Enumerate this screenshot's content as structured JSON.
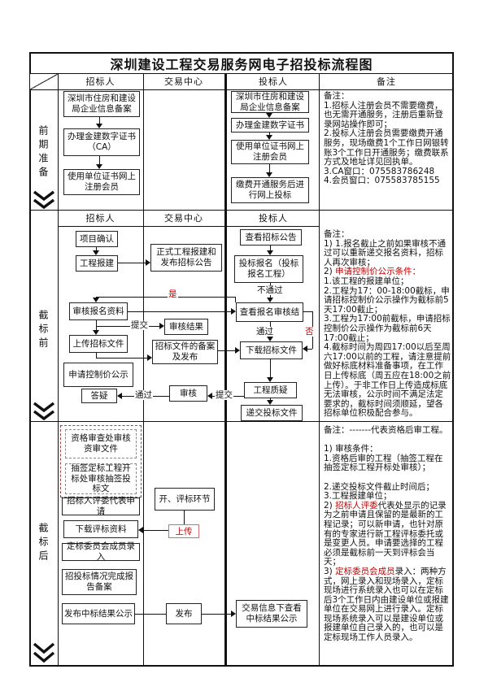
{
  "title": "深圳建设工程交易服务网电子招投标流程图",
  "columns": {
    "owner": "招标人",
    "center": "交易中心",
    "bidder": "投标人",
    "notes": "备注"
  },
  "rowLabels": {
    "r1": "前期准备",
    "r2": "截标前",
    "r3": "截标后"
  },
  "colors": {
    "accent_red": "#c00000",
    "dashed_outer": "#a04545",
    "border": "#111111"
  },
  "flow": {
    "r1_owner": [
      "深圳市住房和建设局企业信息备案",
      "办理金建数字证书（CA）",
      "使用单位证书网上注册会员"
    ],
    "r1_bidder": [
      "深圳市住房和建设局企业信息备案",
      "办理金建数字证书",
      "使用单位证书网上注册会员",
      "缴费开通服务后进行网上投标"
    ],
    "r2_owner": [
      "项目确认",
      "工程报建",
      "审核报名资料",
      "上传招标文件",
      "申请控制价公示",
      "答疑"
    ],
    "r2_center": [
      "正式工程报建和发布招标公告",
      "审核结果",
      "招标文件的备案及发布",
      "审核"
    ],
    "r2_bidder": [
      "查看招标公告",
      "投标报名（投标报名工程）",
      "查看报名审核结",
      "下载招标文件",
      "工程质疑",
      "递交投标文件"
    ],
    "r3_owner": [
      "资格审查处审核资审文件",
      "抽签定标工程开标处审核抽签投标文",
      "招标人评委代表申请",
      "下载评标资料",
      "定标委员会成员录入",
      "招投标情况完成报告备案",
      "发布中标结果公示"
    ],
    "r3_center": [
      "开、评标环节",
      "发布"
    ],
    "r3_bidder": [
      "交易信息下查看中标结果公示"
    ],
    "labels": {
      "yes": "是",
      "no": "否",
      "fail": "不通过",
      "pass": "通过",
      "submit": "提交",
      "upload": "上传"
    }
  },
  "notes": {
    "r1": [
      [
        {
          "t": "备注："
        }
      ],
      [
        {
          "t": "1.招标人注册会员不需要缴费，也无需开通服务，注册后重新登录网站操作即可；"
        }
      ],
      [
        {
          "t": "2.投标人注册会员需要缴费开通服务，现场缴费1个工作日网银转账3个工作日开通服务；缴费联系方式及地址详见回执单。"
        }
      ],
      [
        {
          "t": "3.CA窗口：075583786248"
        }
      ],
      [
        {
          "t": "4.会员窗口：075583785155"
        }
      ]
    ],
    "r2": [
      [
        {
          "t": "备注："
        }
      ],
      [
        {
          "t": "1) 1.报名截止之前如果审核不通过可以重新递交报名资料，招标人再次审核；"
        }
      ],
      [
        {
          "t": "2) "
        },
        {
          "t": "申请控制价公示条件：",
          "r": true
        }
      ],
      [
        {
          "t": "1.该工程的报建单位；"
        }
      ],
      [
        {
          "t": "2.工程为17：00-18:00截标，申请招标控制价公示操作为截标前5天17:00截止；"
        }
      ],
      [
        {
          "t": "3.工程为17:00前截标，申请招标控制价公示操作为截标前6天17:00截止；"
        }
      ],
      [
        {
          "t": "4.截标时间为周四17:00以后至周六17:00以前的工程，请注意提前做好标底材料准备事项，在工作日上传标底（周五应在18:00之前上传）。于非工作日上传造成标底无法审核，公示时间不满足法定要求的，截标时间须顺延，望各招标单位积极配合参与。"
        }
      ]
    ],
    "r3": [
      [
        {
          "t": "备注：-------代表资格后审工程。"
        }
      ],
      [],
      [
        {
          "t": "1) 审核条件："
        }
      ],
      [
        {
          "t": "1.资格后审的工程（抽签工程在抽签定标工程开标处审核）；"
        }
      ],
      [],
      [
        {
          "t": "2.递交投标文件截止时间后；"
        }
      ],
      [
        {
          "t": "3.工程报建单位；"
        }
      ],
      [
        {
          "t": "2) "
        },
        {
          "t": "招标人评委",
          "r": true
        },
        {
          "t": "代表处显示的记录为之前申请且保留的是最新的工程记录；可以新申请，也针对原有的专家进行新工程评标委托或是变更人员。申请要选择的工程必须是截标前一天到评标会当天；"
        }
      ],
      [
        {
          "t": "3) "
        },
        {
          "t": "定标委员会成员",
          "r": true
        },
        {
          "t": "录入：两种方式，网上录入和现场录入，定标现场进行系统录入也可以在定标后3个工作日内由建设单位或报建单位在交易网上进行录入。定标现场系统录入可以是建设单位或报建单位自己录入的，也可以是定标现场工作人员录入。"
        }
      ]
    ]
  }
}
